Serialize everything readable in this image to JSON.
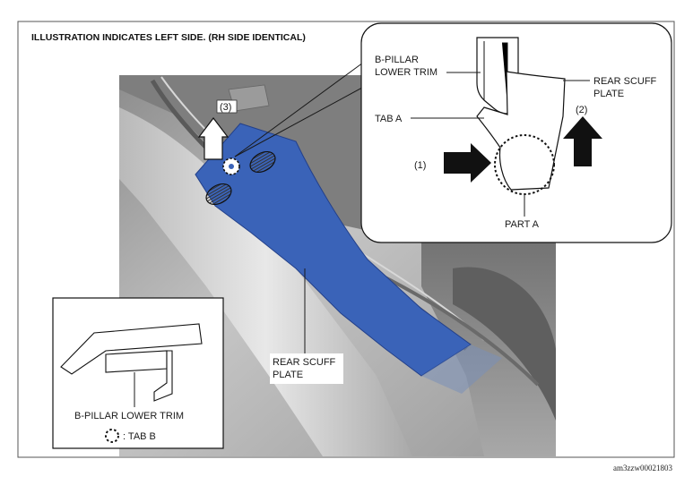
{
  "header": "ILLUSTRATION INDICATES LEFT SIDE. (RH SIDE IDENTICAL)",
  "callouts": {
    "step1": "(1)",
    "step2": "(2)",
    "step3": "(3)"
  },
  "detail_labels": {
    "b_pillar_line1": "B-PILLAR",
    "b_pillar_line2": "LOWER TRIM",
    "rear_scuff_line1": "REAR SCUFF",
    "rear_scuff_line2": "PLATE",
    "tab_a": "TAB A",
    "part_a": "PART A"
  },
  "main_labels": {
    "rear_scuff_line1": "REAR SCUFF",
    "rear_scuff_line2": "PLATE"
  },
  "inset": {
    "part_label": "B-PILLAR LOWER TRIM",
    "legend_label": ": TAB B"
  },
  "figure_code": "am3zzw00021803",
  "colors": {
    "scuff_plate": "#3a63b8",
    "border": "#555555"
  }
}
